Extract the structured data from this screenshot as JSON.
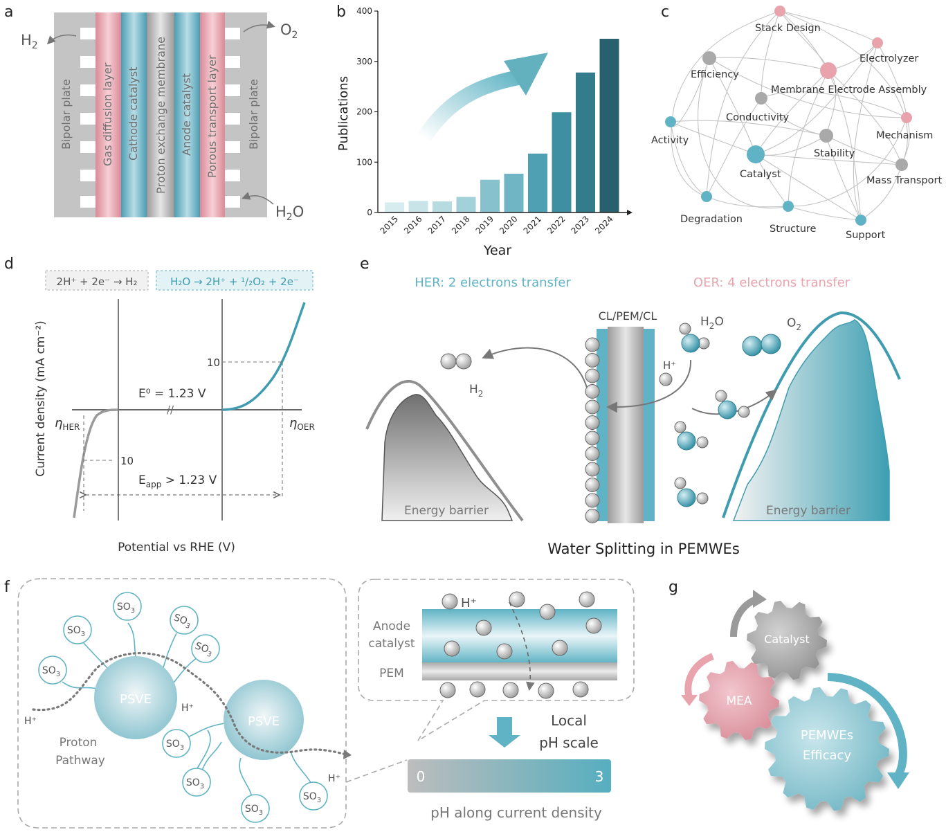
{
  "colors": {
    "pink": "#e8a3ad",
    "blue": "#5fb3c4",
    "gray": "#a9a9a9",
    "dark_teal": "#2e6a78",
    "text_gray": "#8a8a8a"
  },
  "panels": {
    "a": "a",
    "b": "b",
    "c": "c",
    "d": "d",
    "e": "e",
    "f": "f",
    "g": "g"
  },
  "panel_a": {
    "layers": [
      "Bipolar plate",
      "Gas diffusion layer",
      "Cathode catalyst",
      "Proton exchange membrane",
      "Anode catalyst",
      "Porous transport layer",
      "Bipolar plate"
    ],
    "h2": "H",
    "h2_sub": "2",
    "o2": "O",
    "o2_sub": "2",
    "h2o_a": "H",
    "h2o_sub": "2",
    "h2o_b": "O"
  },
  "chart_data": {
    "type": "bar",
    "categories": [
      "2015",
      "2016",
      "2017",
      "2018",
      "2019",
      "2020",
      "2021",
      "2022",
      "2023",
      "2024"
    ],
    "values": [
      20,
      23,
      22,
      31,
      65,
      77,
      117,
      199,
      278,
      345
    ],
    "xlabel": "Year",
    "ylabel": "Publications",
    "ylim": [
      0,
      400
    ],
    "yticks": [
      "0",
      "100",
      "200",
      "300",
      "400"
    ],
    "bar_colors": [
      "#d7ecef",
      "#c8e4e8",
      "#b6dbe1",
      "#a3d1da",
      "#86c1cd",
      "#6fb5c3",
      "#4fa0b2",
      "#3d8fa1",
      "#337c8c",
      "#28616d"
    ]
  },
  "panel_c": {
    "nodes": [
      "Stack Design",
      "Electrolyzer",
      "Efficiency",
      "Membrane Electrode Assembly",
      "Conductivity",
      "Mechanism",
      "Activity",
      "Stability",
      "Catalyst",
      "Mass Transport",
      "Degradation",
      "Structure",
      "Support"
    ]
  },
  "panel_d": {
    "eq_her": "2H⁺ + 2e⁻ → H₂",
    "eq_oer": "H₂O → 2H⁺ + ¹/₂O₂ + 2e⁻",
    "ylabel": "Current density (mA cm⁻²)",
    "xlabel": "Potential vs RHE (V)",
    "e0": "E⁰ = 1.23 V",
    "eapp_pre": "E",
    "eapp_sub": "app",
    "eapp_post": " > 1.23 V",
    "eta": "η",
    "eta_her_sub": "HER",
    "eta_oer_sub": "OER",
    "ten_oer": "10",
    "ten_her": "10",
    "break_mark": "//"
  },
  "panel_e": {
    "her_title": "HER: 2 electrons transfer",
    "oer_title": "OER: 4 electrons transfer",
    "cl_pem": "CL/PEM/CL",
    "h2": "H",
    "h2_sub": "2",
    "h2o_a": "H",
    "h2o_sub": "2",
    "h2o_b": "O",
    "o2": "O",
    "o2_sub": "2",
    "hplus": "H⁺",
    "barrier_left": "Energy barrier",
    "barrier_right": "Energy barrier",
    "caption": "Water Splitting in PEMWEs"
  },
  "panel_f": {
    "so3": "SO",
    "so3_sub": "3",
    "psve": "PSVE",
    "hplus": "H⁺",
    "proton_pathway_1": "Proton",
    "proton_pathway_2": "Pathway",
    "anode_1": "Anode",
    "anode_2": "catalyst",
    "pem": "PEM",
    "local_1": "Local",
    "local_2": "pH scale",
    "ph_min": "0",
    "ph_max": "3",
    "ph_caption": "pH along current density"
  },
  "panel_g": {
    "catalyst": "Catalyst",
    "mea": "MEA",
    "efficacy_1": "PEMWEs",
    "efficacy_2": "Efficacy"
  }
}
